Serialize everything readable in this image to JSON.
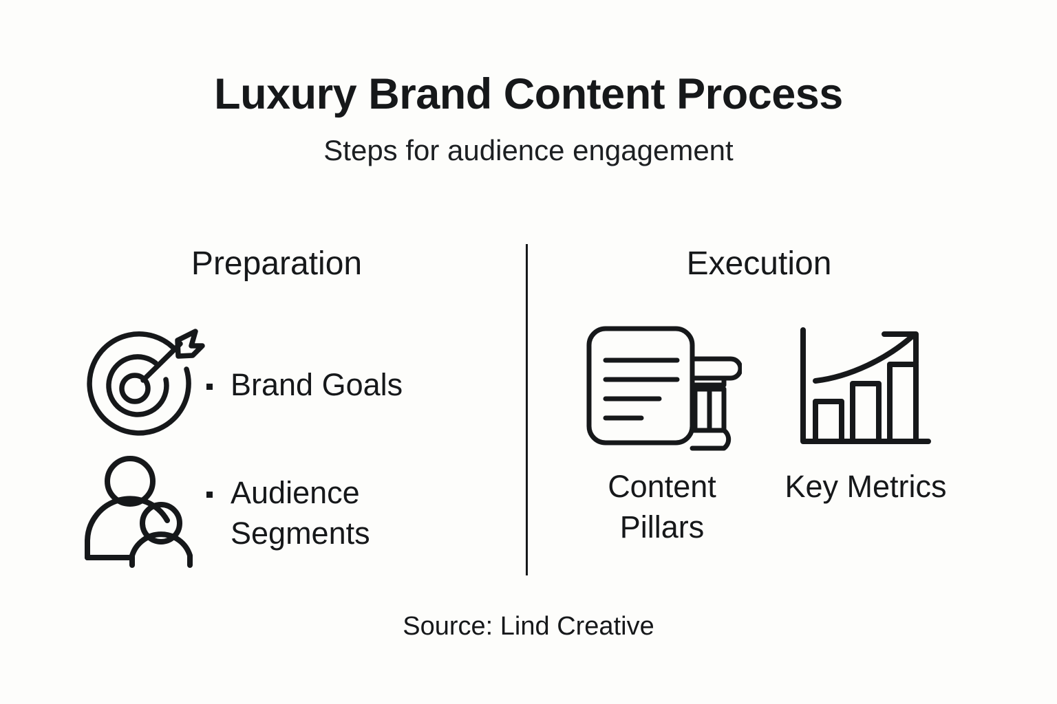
{
  "header": {
    "title": "Luxury Brand Content Process",
    "subtitle": "Steps for audience engagement"
  },
  "columns": [
    {
      "heading": "Preparation",
      "items": [
        {
          "icon": "target-arrow-icon",
          "label": "Brand Goals",
          "bullet": "square"
        },
        {
          "icon": "audience-people-icon",
          "label": "Audience Segments",
          "bullet": "square"
        }
      ]
    },
    {
      "heading": "Execution",
      "items": [
        {
          "icon": "document-pillar-icon",
          "label": "Content Pillars"
        },
        {
          "icon": "bar-chart-growth-icon",
          "label": "Key Metrics"
        }
      ]
    }
  ],
  "footer": {
    "source": "Source: Lind Creative"
  },
  "style": {
    "background": "#fdfdfb",
    "ink": "#16181a",
    "divider": "#16181a"
  }
}
